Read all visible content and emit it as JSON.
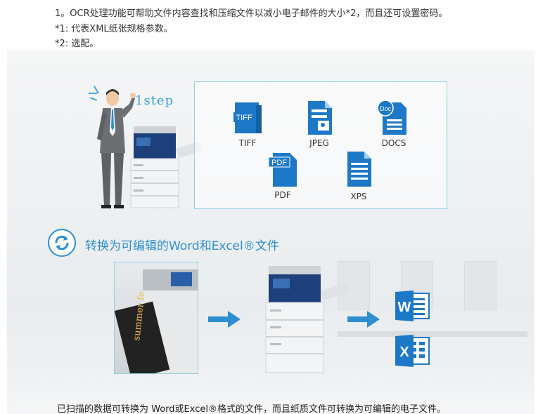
{
  "top": {
    "line1": "1。OCR处理功能可帮助文件内容查找和压缩文件以减小电子邮件的大小*2，而且还可设置密码。",
    "line2": "*1: 代表XML纸张规格参数。",
    "line3": "*2: 选配。"
  },
  "step": {
    "label": "1step",
    "formats": [
      {
        "label": "TIFF",
        "icon": "tiff-file-icon"
      },
      {
        "label": "JPEG",
        "icon": "jpeg-file-icon"
      },
      {
        "label": "DOCS",
        "icon": "docs-file-icon"
      },
      {
        "label": "PDF",
        "icon": "pdf-file-icon"
      },
      {
        "label": "XPS",
        "icon": "xps-file-icon"
      }
    ],
    "badges": {
      "tiff": "TIFF",
      "pdf": "PDF",
      "docs": "Doc"
    }
  },
  "convert": {
    "title": "转换为可编辑的Word和Excel®文件",
    "word_letter": "W",
    "excel_letter": "X",
    "banner_text": "summer fe"
  },
  "caption": "已扫描的数据可转换为 Word或Excel®格式的文件，而且纸质文件可转换为可编辑的电子文件。",
  "colors": {
    "accent": "#2d8fd0",
    "icon_blue": "#1e78c8",
    "panel_border": "#8fd0e0"
  }
}
